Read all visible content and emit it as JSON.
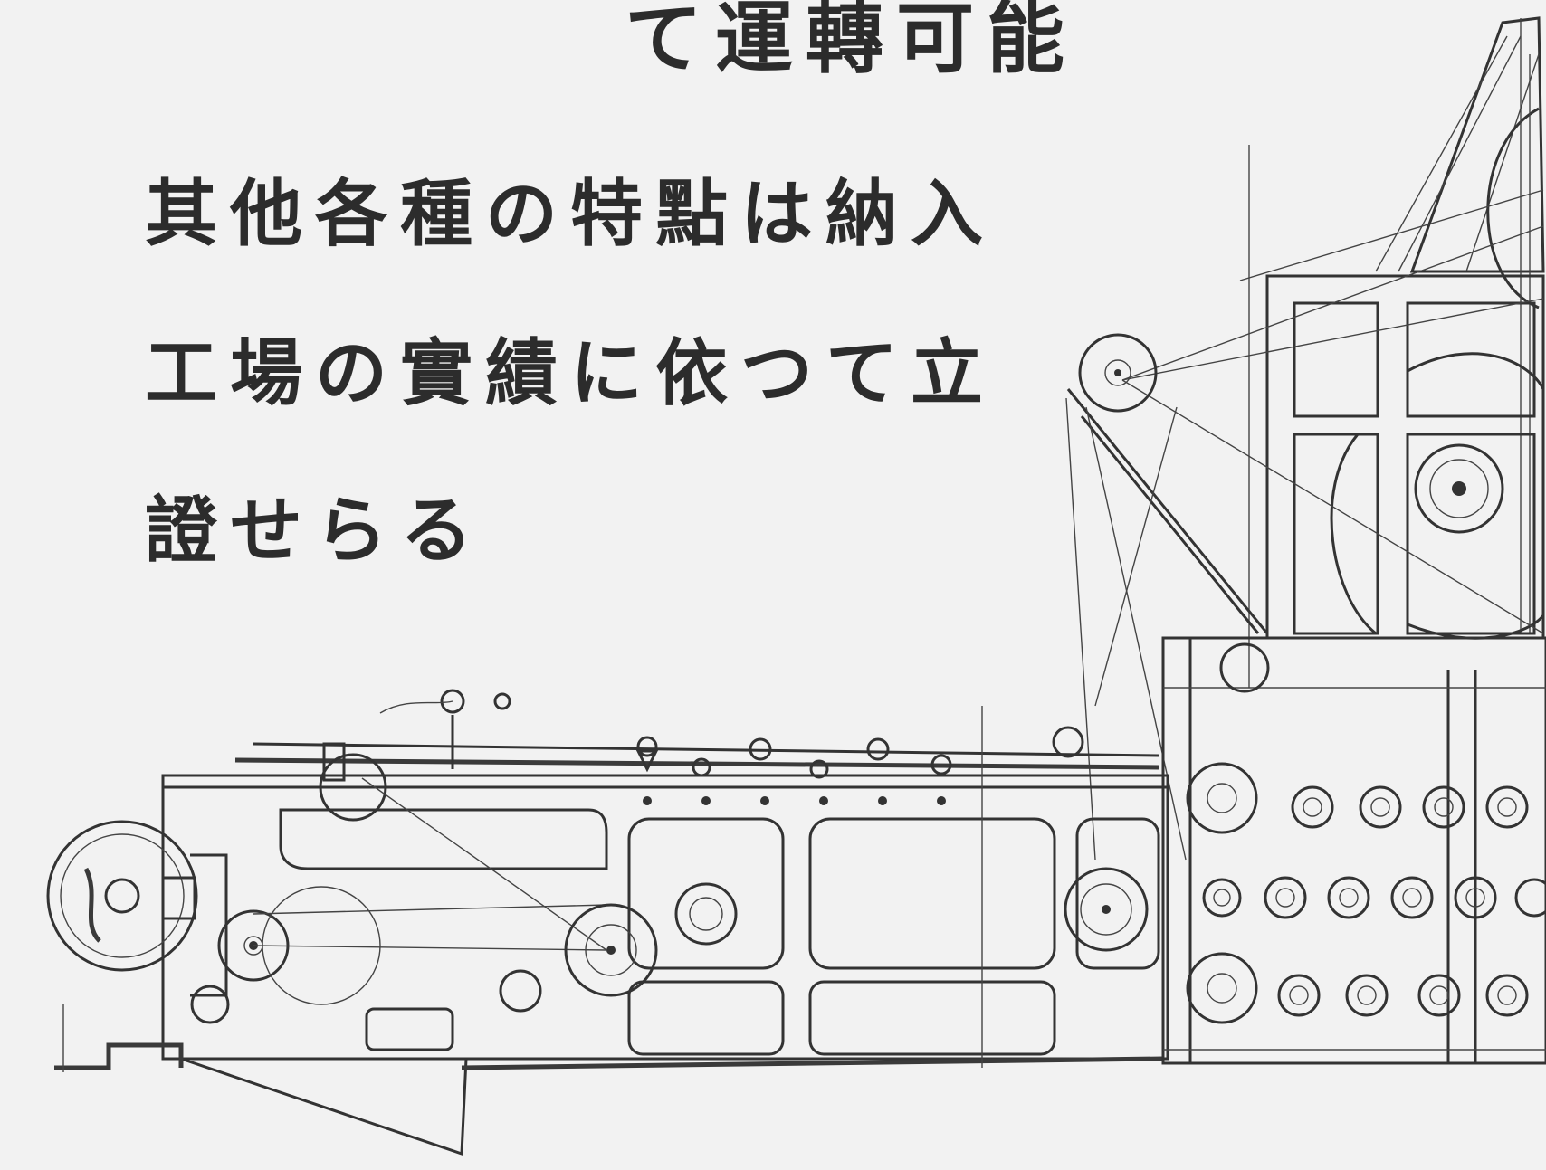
{
  "text_lines": [
    "て運轉可能",
    "其他各種の特點は納入",
    "工場の實績に依つて立",
    "證せらる"
  ]
}
